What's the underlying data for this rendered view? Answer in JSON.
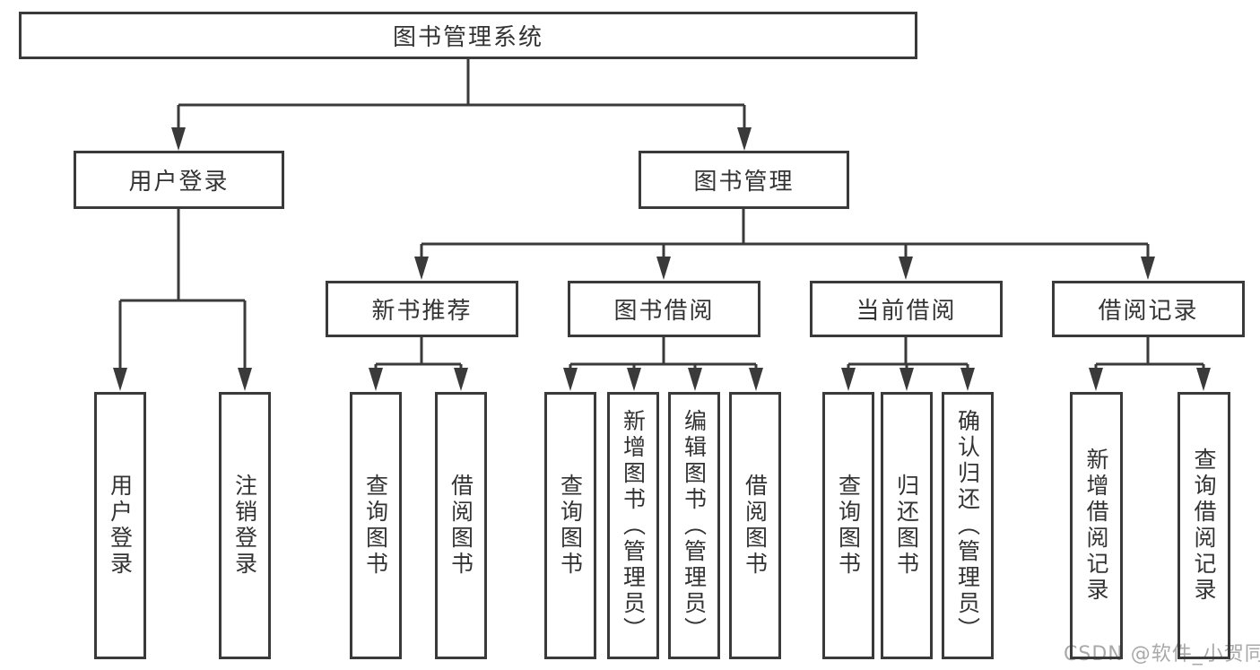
{
  "tree": {
    "label": "图书管理系统",
    "children": [
      {
        "label": "用户登录",
        "children": [
          {
            "label": "用户登录"
          },
          {
            "label": "注销登录"
          }
        ]
      },
      {
        "label": "图书管理",
        "children": [
          {
            "label": "新书推荐",
            "children": [
              {
                "label": "查询图书"
              },
              {
                "label": "借阅图书"
              }
            ]
          },
          {
            "label": "图书借阅",
            "children": [
              {
                "label": "查询图书"
              },
              {
                "label": "新增图书（管理员）"
              },
              {
                "label": "编辑图书（管理员）"
              },
              {
                "label": "借阅图书"
              }
            ]
          },
          {
            "label": "当前借阅",
            "children": [
              {
                "label": "查询图书"
              },
              {
                "label": "归还图书"
              },
              {
                "label": "确认归还（管理员）"
              }
            ]
          },
          {
            "label": "借阅记录",
            "children": [
              {
                "label": "新增借阅记录"
              },
              {
                "label": "查询借阅记录"
              }
            ]
          }
        ]
      }
    ]
  },
  "watermark": {
    "text": "CSDN @软件_小贺同学"
  },
  "colors": {
    "line": "#3a3a3a",
    "text": "#333333",
    "watermark": "#a9a9a9",
    "background": "#ffffff"
  }
}
